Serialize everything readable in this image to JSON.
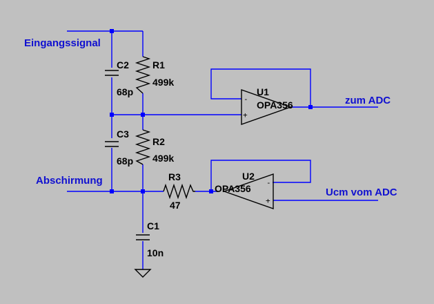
{
  "net_labels": {
    "input": "Eingangssignal",
    "shield": "Abschirmung",
    "to_adc": "zum ADC",
    "ucm": "Ucm vom ADC"
  },
  "components": {
    "c2": {
      "ref": "C2",
      "value": "68p"
    },
    "r1": {
      "ref": "R1",
      "value": "499k"
    },
    "c3": {
      "ref": "C3",
      "value": "68p"
    },
    "r2": {
      "ref": "R2",
      "value": "499k"
    },
    "r3": {
      "ref": "R3",
      "value": "47"
    },
    "c1": {
      "ref": "C1",
      "value": "10n"
    },
    "u1": {
      "ref": "U1",
      "value": "OPA356"
    },
    "u2": {
      "ref": "U2",
      "value": "OPA356"
    }
  },
  "pin_signs": {
    "minus": "-",
    "plus": "+"
  },
  "colors": {
    "background": "#c0c0c0",
    "wire": "#0000ff",
    "net_label": "#1010d0",
    "component": "#000000"
  }
}
